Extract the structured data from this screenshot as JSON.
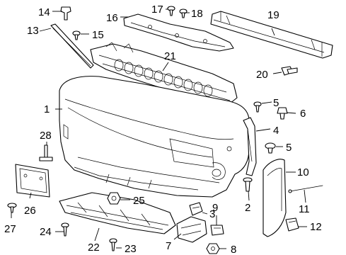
{
  "callouts": {
    "c1": "1",
    "c2": "2",
    "c3": "3",
    "c4": "4",
    "c5a": "5",
    "c5b": "5",
    "c6": "6",
    "c7": "7",
    "c8": "8",
    "c9": "9",
    "c10": "10",
    "c11": "11",
    "c12": "12",
    "c13": "13",
    "c14": "14",
    "c15": "15",
    "c16": "16",
    "c17": "17",
    "c18": "18",
    "c19": "19",
    "c20": "20",
    "c21": "21",
    "c22": "22",
    "c23": "23",
    "c24": "24",
    "c25": "25",
    "c26": "26",
    "c27": "27",
    "c28": "28"
  }
}
